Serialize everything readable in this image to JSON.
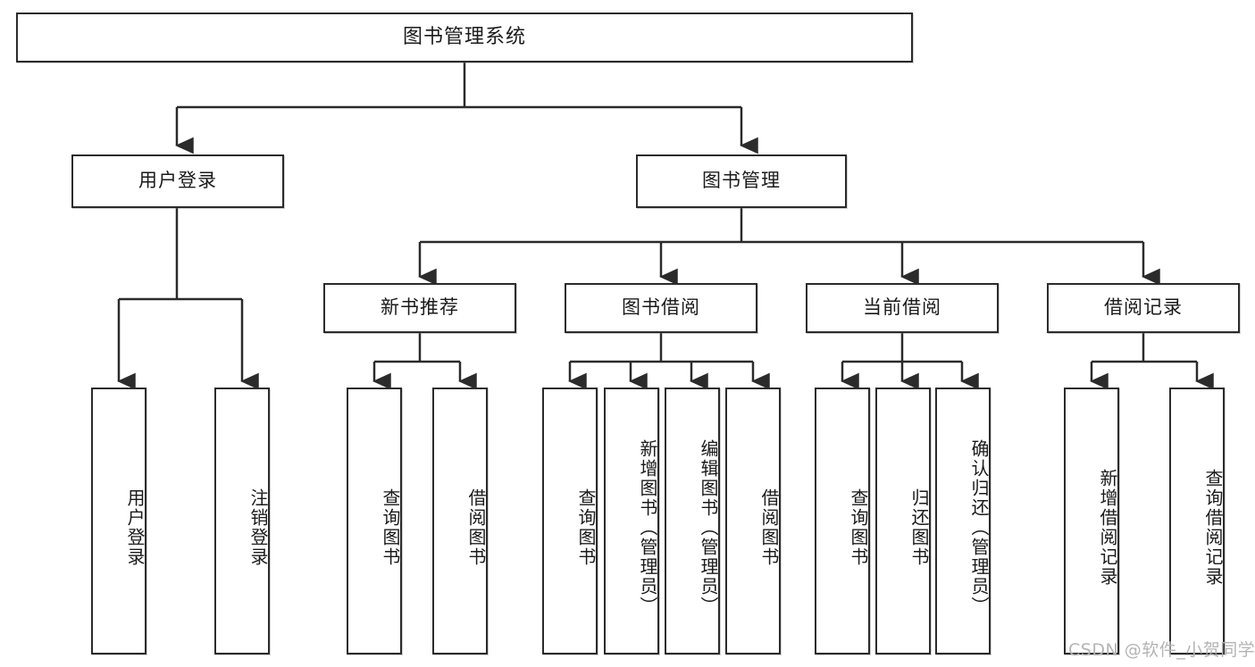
{
  "diagram": {
    "title": "图书管理系统",
    "type": "hierarchy-tree",
    "watermark": "CSDN @软件_小贺同学",
    "colors": {
      "box_border": "#2b2b2b",
      "box_fill": "#ffffff",
      "line": "#2b2b2b",
      "text": "#1a1a1a",
      "watermark": "#b4b4b4"
    },
    "root": {
      "label": "图书管理系统"
    },
    "level2": [
      {
        "id": "user-login",
        "label": "用户登录"
      },
      {
        "id": "book-manage",
        "label": "图书管理"
      }
    ],
    "level3": [
      {
        "id": "new-book-recommend",
        "label": "新书推荐",
        "parent": "book-manage"
      },
      {
        "id": "book-borrow",
        "label": "图书借阅",
        "parent": "book-manage"
      },
      {
        "id": "current-borrow",
        "label": "当前借阅",
        "parent": "book-manage"
      },
      {
        "id": "borrow-record",
        "label": "借阅记录",
        "parent": "book-manage"
      }
    ],
    "leaves": {
      "user-login": [
        {
          "id": "leaf-user-login",
          "label": "用户登录"
        },
        {
          "id": "leaf-user-logout",
          "label": "注销登录"
        }
      ],
      "new-book-recommend": [
        {
          "id": "leaf-query-book-1",
          "label": "查询图书"
        },
        {
          "id": "leaf-borrow-book-1",
          "label": "借阅图书"
        }
      ],
      "book-borrow": [
        {
          "id": "leaf-query-book-2",
          "label": "查询图书"
        },
        {
          "id": "leaf-add-book",
          "label": "新增图书（管理员）"
        },
        {
          "id": "leaf-edit-book",
          "label": "编辑图书（管理员）"
        },
        {
          "id": "leaf-borrow-book-2",
          "label": "借阅图书"
        }
      ],
      "current-borrow": [
        {
          "id": "leaf-query-book-3",
          "label": "查询图书"
        },
        {
          "id": "leaf-return-book",
          "label": "归还图书"
        },
        {
          "id": "leaf-confirm-return",
          "label": "确认归还（管理员）"
        }
      ],
      "borrow-record": [
        {
          "id": "leaf-add-borrow-record",
          "label": "新增借阅记录"
        },
        {
          "id": "leaf-query-borrow-record",
          "label": "查询借阅记录"
        }
      ]
    }
  }
}
